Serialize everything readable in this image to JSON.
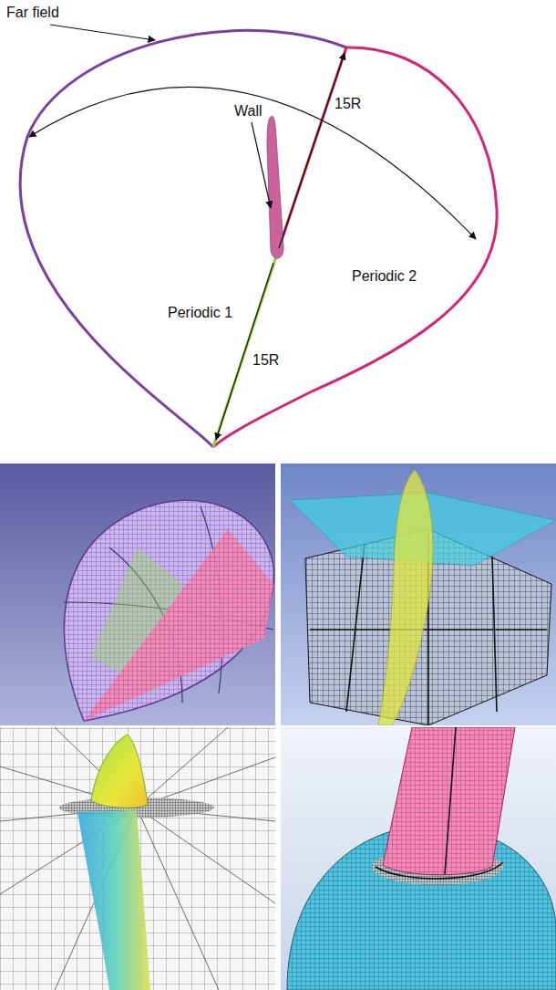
{
  "diagram": {
    "labels": [
      "Far field",
      "15R",
      "Wall",
      "Periodic 2",
      "Periodic 1",
      "15R"
    ]
  }
}
